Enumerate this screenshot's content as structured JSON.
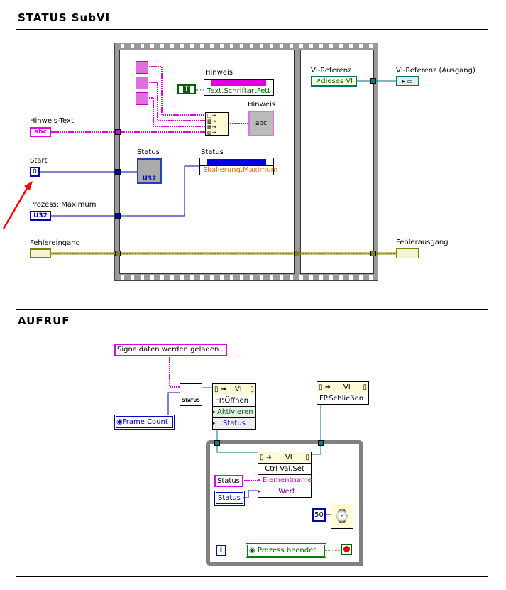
{
  "subvi": {
    "title": "STATUS SubVI",
    "inputs": {
      "hinweis_text": {
        "label": "Hinweis-Text",
        "glyph": "abc"
      },
      "start": {
        "label": "Start",
        "value": "0"
      },
      "prozess_maximum": {
        "label": "Prozess: Maximum",
        "glyph": "U32"
      },
      "fehlereingang": {
        "label": "Fehlereingang"
      }
    },
    "hinweis_property": {
      "label": "Hinweis",
      "property": "Text.SchriftartFett",
      "constant": "T"
    },
    "hinweis_indicator": {
      "label": "Hinweis",
      "glyph": "abc"
    },
    "status_indicator": {
      "label": "Status",
      "glyph": "U32"
    },
    "status_property": {
      "label": "Status",
      "property": "Skalierung.Maximum"
    },
    "vi_ref": {
      "label": "VI-Referenz",
      "value": "dieses VI"
    },
    "vi_ref_out": {
      "label": "VI-Referenz (Ausgang)"
    },
    "fehlerausgang": {
      "label": "Fehlerausgang"
    },
    "colors": {
      "string": "#e000e0",
      "numeric": "#0000c0",
      "error": "#808000",
      "refnum": "#007070",
      "arrow": "#ff0000"
    }
  },
  "aufruf": {
    "title": "AUFRUF",
    "string_const": "Signaldaten werden geladen...",
    "subvi_icon": "STATUS",
    "frame_count": "Frame Count",
    "open_node": {
      "class": "VI",
      "method": "FP.Öffnen",
      "params": [
        "Aktivieren",
        "Status"
      ]
    },
    "close_node": {
      "class": "VI",
      "method": "FP.Schließen"
    },
    "set_node": {
      "class": "VI",
      "method": "Ctrl Val.Set",
      "params": [
        "Elementname",
        "Wert"
      ]
    },
    "status_string": "Status",
    "status_local": "Status",
    "wait_ms": "50",
    "iteration": "i",
    "prozess_beendet": "Prozess beendet"
  }
}
